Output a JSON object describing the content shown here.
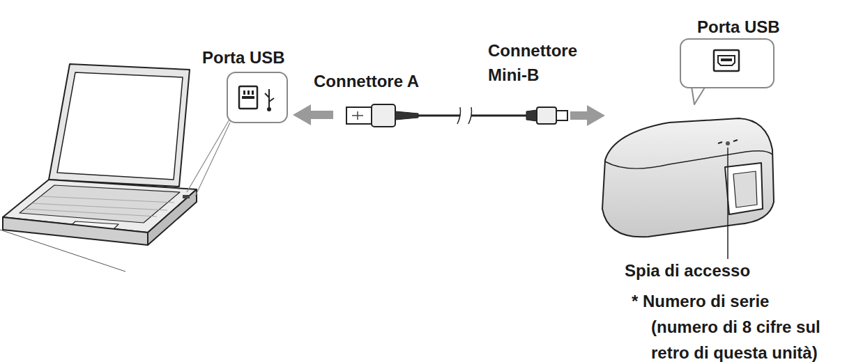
{
  "diagram": {
    "labels": [
      "Porta USB",
      "Porta USB",
      "Connettore A",
      "Connettore Mini-B",
      "Spia di accesso",
      "* Numero di serie (numero di 8 cifre sul retro di questa unità)"
    ]
  }
}
